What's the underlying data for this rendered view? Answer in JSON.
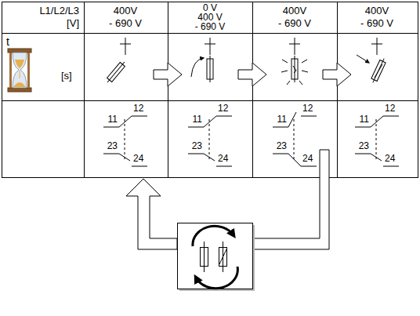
{
  "diagram": {
    "labels": [
      "L1/L2/L3",
      "[V]",
      "400V",
      "- 690 V",
      "0 V",
      "400 V",
      "- 690 V",
      "400V",
      "- 690 V",
      "400V",
      "- 690 V",
      "t",
      "[s]",
      "11",
      "12",
      "23",
      "24",
      "11",
      "12",
      "23",
      "24",
      "11",
      "12",
      "23",
      "24",
      "11",
      "12",
      "23",
      "24"
    ]
  }
}
